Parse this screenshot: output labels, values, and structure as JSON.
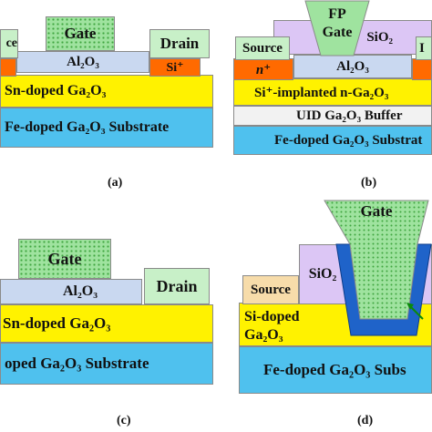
{
  "panel_a": {
    "caption": "(a)",
    "source": "ce",
    "gate": "Gate",
    "drain": "Drain",
    "dielectric": "Al₂O₃",
    "implant": "Si⁺",
    "channel": "Sn-doped Ga₂O₃",
    "substrate": "Fe-doped Ga₂O₃ Substrate"
  },
  "panel_b": {
    "caption": "(b)",
    "fp_gate_line1": "FP",
    "fp_gate_line2": "Gate",
    "passivation": "SiO₂",
    "source": "Source",
    "drain_partial": "I",
    "n_plus": "n⁺",
    "dielectric": "Al₂O₃",
    "channel": "Si⁺-implanted n-Ga₂O₃",
    "buffer": "UID Ga₂O₃ Buffer",
    "substrate": "Fe-doped Ga₂O₃ Substrat"
  },
  "panel_c": {
    "caption": "(c)",
    "gate": "Gate",
    "drain": "Drain",
    "dielectric": "Al₂O₃",
    "channel": "Sn-doped Ga₂O₃",
    "substrate": "oped Ga₂O₃ Substrate"
  },
  "panel_d": {
    "caption": "(d)",
    "gate": "Gate",
    "source": "Source",
    "passivation": "SiO₂",
    "channel_line1": "Si-doped",
    "channel_line2": "Ga₂O₃",
    "substrate": "Fe-doped Ga₂O₃ Subs"
  },
  "colors": {
    "substrate": "#4fc1ee",
    "channel": "#fff200",
    "dielectric": "#c9d8f0",
    "gate": "#9fe39f",
    "source_drain": "#c8f0c8",
    "implant": "#ff6a00",
    "sio2": "#dcc6f5",
    "buffer": "#f2f2f2",
    "liner": "#1f63c9",
    "source_d": "#f7dcaa"
  }
}
